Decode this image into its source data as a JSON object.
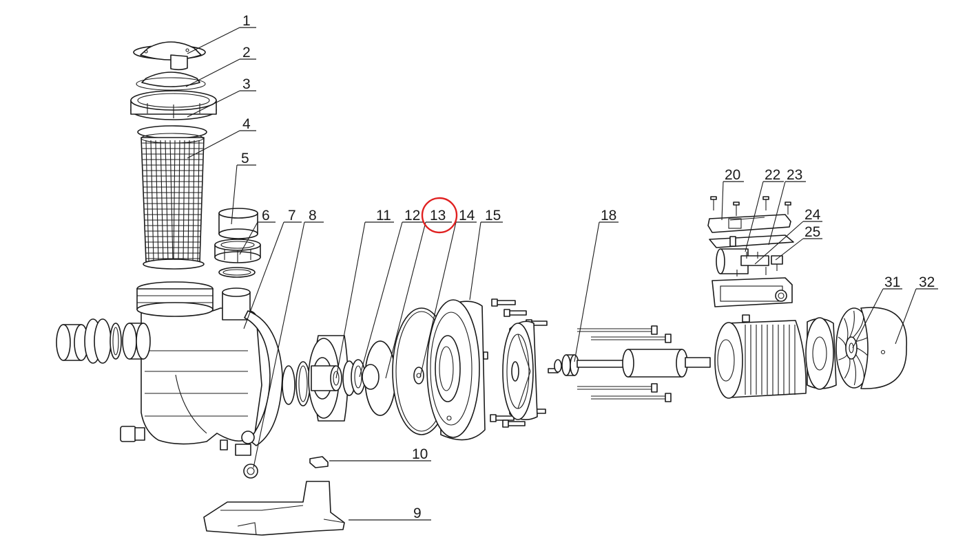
{
  "highlight": {
    "label": "13",
    "color": "#e02020"
  },
  "line_color": "#1a1a1a",
  "labels": {
    "p1": "1",
    "p2": "2",
    "p3": "3",
    "p4": "4",
    "p5": "5",
    "p6": "6",
    "p7": "7",
    "p8": "8",
    "p9": "9",
    "p10": "10",
    "p11": "11",
    "p12": "12",
    "p13": "13",
    "p14": "14",
    "p15": "15",
    "p18": "18",
    "p20": "20",
    "p22": "22",
    "p23": "23",
    "p24": "24",
    "p25": "25",
    "p31": "31",
    "p32": "32"
  }
}
